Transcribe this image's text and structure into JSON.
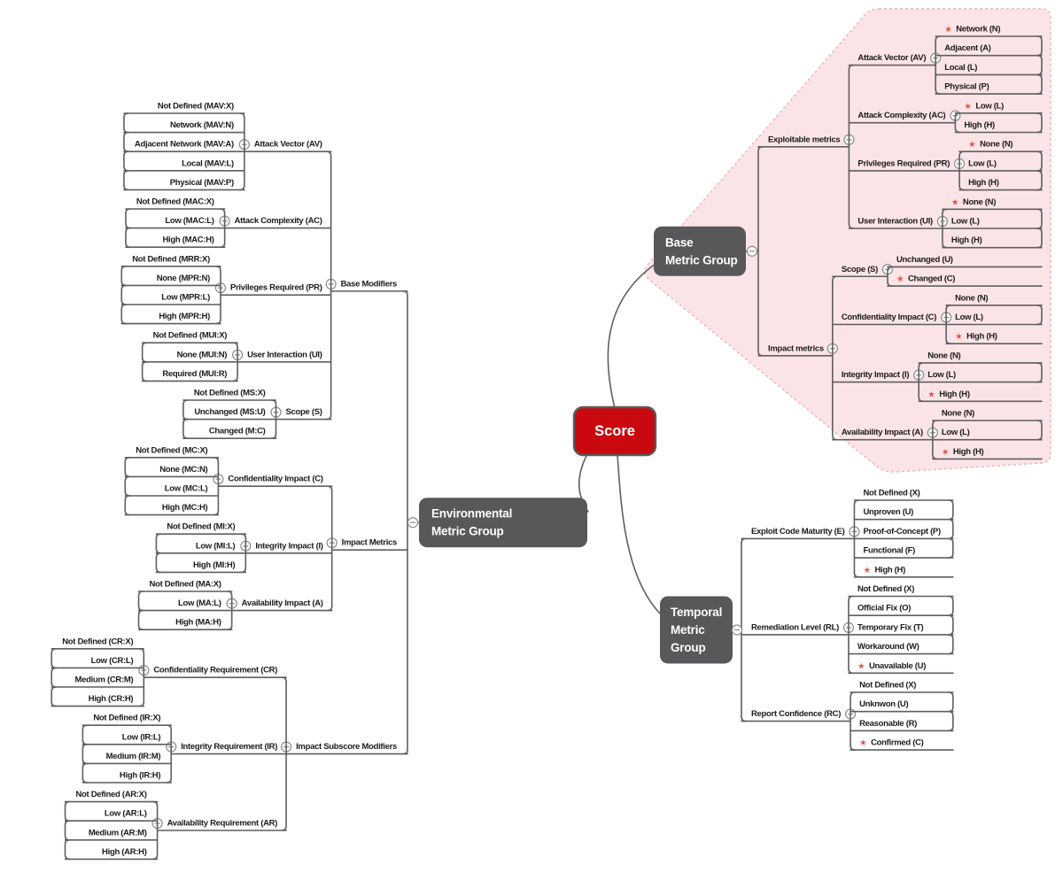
{
  "title": "CVSS Score mind map",
  "colors": {
    "line": "#5f5f5f",
    "leaf_text": "#1b1b1b",
    "score_fill": "#c9090f",
    "score_border": "#5a5a5a",
    "group_fill": "#58585a",
    "group_text": "#ffffff",
    "blob_fill": "#fbe4e7",
    "blob_stroke": "#e9b4bb",
    "star": "#ed4f4a",
    "collapse_stroke": "#8a8a8a"
  },
  "score": {
    "label": "Score"
  },
  "base": {
    "label_lines": [
      "Base",
      "Metric Group"
    ],
    "branches": [
      {
        "label": "Exploitable metrics",
        "metrics": [
          {
            "label": "Attack Vector (AV)",
            "leaves": [
              {
                "t": "Network (N)",
                "star": true
              },
              {
                "t": "Adjacent (A)"
              },
              {
                "t": "Local (L)"
              },
              {
                "t": "Physical (P)"
              }
            ]
          },
          {
            "label": "Attack Complexity (AC)",
            "leaves": [
              {
                "t": "Low (L)",
                "star": true
              },
              {
                "t": "High (H)"
              }
            ]
          },
          {
            "label": "Privileges Required (PR)",
            "leaves": [
              {
                "t": "None (N)",
                "star": true
              },
              {
                "t": "Low (L)"
              },
              {
                "t": "High (H)"
              }
            ]
          },
          {
            "label": "User Interaction (UI)",
            "leaves": [
              {
                "t": "None (N)",
                "star": true
              },
              {
                "t": "Low (L)"
              },
              {
                "t": "High (H)"
              }
            ]
          }
        ]
      },
      {
        "label": "Impact metrics",
        "metrics": [
          {
            "label": "Scope (S)",
            "leaves": [
              {
                "t": "Unchanged (U)"
              },
              {
                "t": "Changed (C)",
                "star": true
              }
            ]
          },
          {
            "label": "Confidentiality Impact (C)",
            "leaves": [
              {
                "t": "None (N)"
              },
              {
                "t": "Low (L)"
              },
              {
                "t": "High (H)",
                "star": true
              }
            ]
          },
          {
            "label": "Integrity Impact (I)",
            "leaves": [
              {
                "t": "None (N)"
              },
              {
                "t": "Low (L)"
              },
              {
                "t": "High (H)",
                "star": true
              }
            ]
          },
          {
            "label": "Availability Impact (A)",
            "leaves": [
              {
                "t": "None (N)"
              },
              {
                "t": "Low (L)"
              },
              {
                "t": "High (H)",
                "star": true
              }
            ]
          }
        ]
      }
    ]
  },
  "temporal": {
    "label_lines": [
      "Temporal",
      "Metric",
      "Group"
    ],
    "metrics": [
      {
        "label": "Exploit Code Maturity (E)",
        "leaves": [
          {
            "t": "Not Defined (X)"
          },
          {
            "t": "Unproven (U)"
          },
          {
            "t": "Proof-of-Concept (P)"
          },
          {
            "t": "Functional (F)"
          },
          {
            "t": "High (H)",
            "star": true
          }
        ]
      },
      {
        "label": "Remediation Level (RL)",
        "leaves": [
          {
            "t": "Not Defined (X)"
          },
          {
            "t": "Official Fix (O)"
          },
          {
            "t": "Temporary Fix (T)"
          },
          {
            "t": "Workaround (W)"
          },
          {
            "t": "Unavailable (U)",
            "star": true
          }
        ]
      },
      {
        "label": "Report Confidence (RC)",
        "leaves": [
          {
            "t": "Not Defined (X)"
          },
          {
            "t": "Unknwon (U)"
          },
          {
            "t": "Reasonable (R)"
          },
          {
            "t": "Confirmed (C)",
            "star": true
          }
        ]
      }
    ]
  },
  "environmental": {
    "label_lines": [
      "Environmental",
      "Metric Group"
    ],
    "branches": [
      {
        "label": "Base Modifiers",
        "metrics": [
          {
            "label": "Attack Vector (AV)",
            "leaves": [
              {
                "t": "Not Defined (MAV:X)"
              },
              {
                "t": "Network (MAV:N)"
              },
              {
                "t": "Adjacent Network (MAV:A)"
              },
              {
                "t": "Local (MAV:L)"
              },
              {
                "t": "Physical (MAV:P)"
              }
            ]
          },
          {
            "label": "Attack Complexity (AC)",
            "leaves": [
              {
                "t": "Not Defined (MAC:X)"
              },
              {
                "t": "Low (MAC:L)"
              },
              {
                "t": "High (MAC:H)"
              }
            ]
          },
          {
            "label": "Privileges Required (PR)",
            "leaves": [
              {
                "t": "Not Defined (MRR:X)"
              },
              {
                "t": "None (MPR:N)"
              },
              {
                "t": "Low (MPR:L)"
              },
              {
                "t": "High (MPR:H)"
              }
            ]
          },
          {
            "label": "User Interaction (UI)",
            "leaves": [
              {
                "t": "Not Defined (MUI:X)"
              },
              {
                "t": "None (MUI:N)"
              },
              {
                "t": "Required (MUI:R)"
              }
            ]
          },
          {
            "label": "Scope (S)",
            "leaves": [
              {
                "t": "Not Defined (MS:X)"
              },
              {
                "t": "Unchanged (MS:U)"
              },
              {
                "t": "Changed (M:C)"
              }
            ]
          }
        ]
      },
      {
        "label": "Impact Metrics",
        "metrics": [
          {
            "label": "Confidentiality Impact (C)",
            "leaves": [
              {
                "t": "Not Defined (MC:X)"
              },
              {
                "t": "None (MC:N)"
              },
              {
                "t": "Low (MC:L)"
              },
              {
                "t": "High (MC:H)"
              }
            ]
          },
          {
            "label": "Integrity Impact (I)",
            "leaves": [
              {
                "t": "Not Defined (MI:X)"
              },
              {
                "t": "Low (MI:L)"
              },
              {
                "t": "High (MI:H)"
              }
            ]
          },
          {
            "label": "Availability Impact (A)",
            "leaves": [
              {
                "t": "Not Defined (MA:X)"
              },
              {
                "t": "Low (MA:L)"
              },
              {
                "t": "High (MA:H)"
              }
            ]
          }
        ]
      },
      {
        "label": "Impact Subscore Modifiers",
        "metrics": [
          {
            "label": "Confidentiality Requirement (CR)",
            "leaves": [
              {
                "t": "Not Defined (CR:X)"
              },
              {
                "t": "Low (CR:L)"
              },
              {
                "t": "Medium (CR:M)"
              },
              {
                "t": "High (CR:H)"
              }
            ]
          },
          {
            "label": "Integrity Requirement (IR)",
            "leaves": [
              {
                "t": "Not Defined (IR:X)"
              },
              {
                "t": "Low (IR:L)"
              },
              {
                "t": "Medium (IR:M)"
              },
              {
                "t": "High (IR:H)"
              }
            ]
          },
          {
            "label": "Availability Requirement (AR)",
            "leaves": [
              {
                "t": "Not Defined (AR:X)"
              },
              {
                "t": "Low (AR:L)"
              },
              {
                "t": "Medium (AR:M)"
              },
              {
                "t": "High (AR:H)"
              }
            ]
          }
        ]
      }
    ]
  }
}
